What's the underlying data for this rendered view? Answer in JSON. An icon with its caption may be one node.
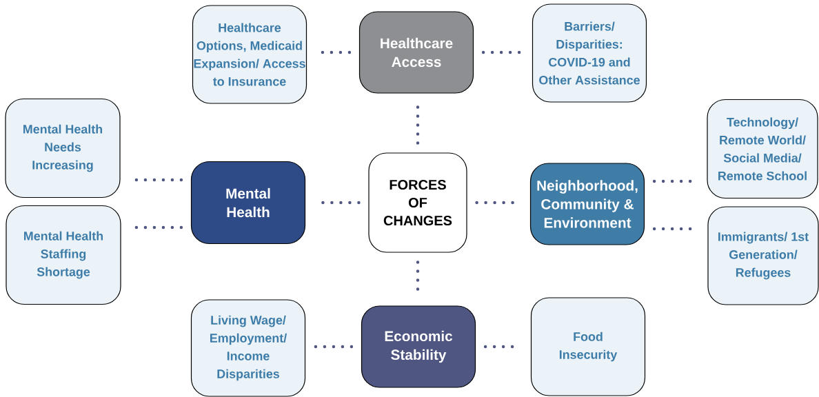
{
  "diagram": {
    "nodes": [
      {
        "text": [
          "FORCES OF CHANGES"
        ]
      },
      {
        "text": [
          "Healthcare Access"
        ]
      },
      {
        "text": [
          "Healthcare Options, Medicaid Expansion/ Access to Insurance"
        ]
      },
      {
        "text": [
          "Barriers/ Disparities: COVID-19 and Other Assistance"
        ]
      },
      {
        "text": [
          "Mental Health"
        ]
      },
      {
        "text": [
          "Mental Health Needs Increasing"
        ]
      },
      {
        "text": [
          "Mental Health Staffing Shortage"
        ]
      },
      {
        "text": [
          "Neighborhood, Community & Environment"
        ]
      },
      {
        "text": [
          "Technology/ Remote World/ Social Media/ Remote School"
        ]
      },
      {
        "text": [
          "Immigrants/ 1st Generation/ Refugees"
        ]
      },
      {
        "text": [
          "Economic Stability"
        ]
      },
      {
        "text": [
          "Living Wage/ Employment/ Income Disparities"
        ]
      },
      {
        "text": [
          "Food Insecurity"
        ]
      }
    ],
    "edges": [
      {
        "from": 0,
        "to": 1,
        "arrow": "none"
      },
      {
        "from": 0,
        "to": 4,
        "arrow": "none"
      },
      {
        "from": 0,
        "to": 7,
        "arrow": "none"
      },
      {
        "from": 0,
        "to": 10,
        "arrow": "none"
      },
      {
        "from": 1,
        "to": 2,
        "arrow": "none"
      },
      {
        "from": 1,
        "to": 3,
        "arrow": "none"
      },
      {
        "from": 4,
        "to": 5,
        "arrow": "none"
      },
      {
        "from": 4,
        "to": 6,
        "arrow": "none"
      },
      {
        "from": 7,
        "to": 8,
        "arrow": "none"
      },
      {
        "from": 7,
        "to": 9,
        "arrow": "none"
      },
      {
        "from": 10,
        "to": 11,
        "arrow": "none"
      },
      {
        "from": 10,
        "to": 12,
        "arrow": "none"
      }
    ]
  }
}
